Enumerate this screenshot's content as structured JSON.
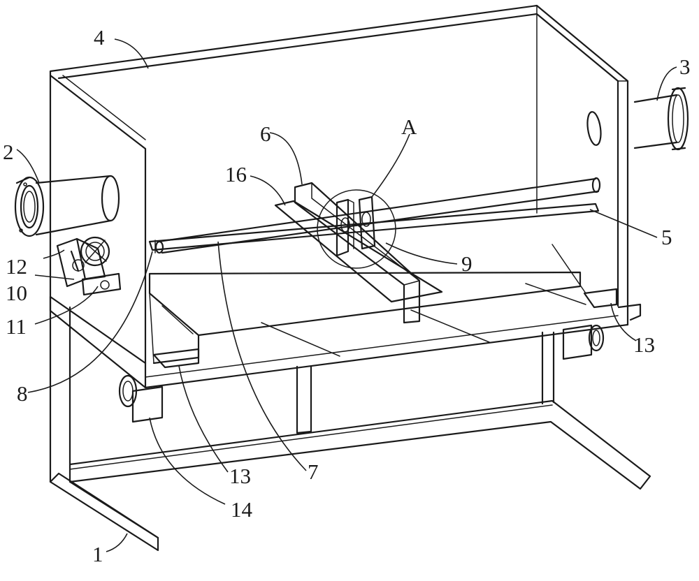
{
  "labels": {
    "l1": "1",
    "l2": "2",
    "l3": "3",
    "l4": "4",
    "l5": "5",
    "l6": "6",
    "l7": "7",
    "l8": "8",
    "l9": "9",
    "l10": "10",
    "l11": "11",
    "l12": "12",
    "l13a": "13",
    "l13b": "13",
    "l14": "14",
    "l16": "16",
    "lA": "A"
  },
  "colors": {
    "ink": "#1a1a1a",
    "background": "#ffffff"
  }
}
